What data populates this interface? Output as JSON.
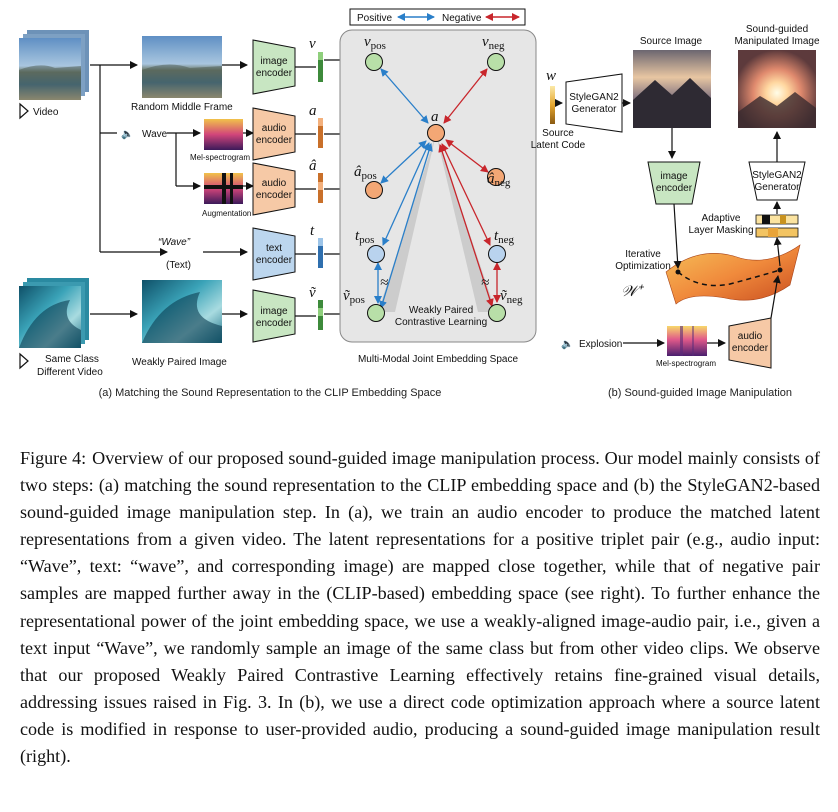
{
  "figure": {
    "legend": {
      "positive": "Positive",
      "negative": "Negative"
    },
    "part_a": {
      "video_label": "Video",
      "random_frame_label": "Random Middle Frame",
      "wave_label": "Wave",
      "mel_label": "Mel-spectrogram",
      "augmentation_label": "Augmentation",
      "text_quote": "“Wave”",
      "text_label": "(Text)",
      "same_class_line1": "Same Class",
      "same_class_line2": "Different Video",
      "weakly_paired_image_label": "Weakly Paired Image",
      "encoders": {
        "image_top": [
          "image",
          "encoder"
        ],
        "audio_top": [
          "audio",
          "encoder"
        ],
        "audio_aug": [
          "audio",
          "encoder"
        ],
        "text": [
          "text",
          "encoder"
        ],
        "image_bottom": [
          "image",
          "encoder"
        ]
      },
      "vec_symbols": {
        "v": "v",
        "a": "a",
        "a_hat": "â",
        "t": "t",
        "v_tilde": "ṽ"
      },
      "nodes": {
        "v_pos": {
          "sym": "v",
          "sub": "pos"
        },
        "v_neg": {
          "sym": "v",
          "sub": "neg"
        },
        "a": {
          "sym": "a",
          "sub": ""
        },
        "a_hat_pos": {
          "sym": "â",
          "sub": "pos"
        },
        "a_hat_neg": {
          "sym": "â",
          "sub": "neg"
        },
        "t_pos": {
          "sym": "t",
          "sub": "pos"
        },
        "t_neg": {
          "sym": "t",
          "sub": "neg"
        },
        "v_tilde_pos": {
          "sym": "ṽ",
          "sub": "pos"
        },
        "v_tilde_neg": {
          "sym": "ṽ",
          "sub": "neg"
        }
      },
      "approx": "≈",
      "wpcl_line1": "Weakly Paired",
      "wpcl_line2": "Contrastive Learning",
      "space_label": "Multi-Modal Joint Embedding Space",
      "caption": "(a) Matching the Sound Representation to the CLIP Embedding Space"
    },
    "part_b": {
      "source_image_label": "Source Image",
      "manip_line1": "Sound-guided",
      "manip_line2": "Manipulated Image",
      "w_symbol": "w",
      "source_latent_line1": "Source",
      "source_latent_line2": "Latent Code",
      "stylegan_top": [
        "StyleGAN2",
        "Generator"
      ],
      "stylegan_right": [
        "StyleGAN2",
        "Generator"
      ],
      "image_encoder": [
        "image",
        "encoder"
      ],
      "adaptive_line1": "Adaptive",
      "adaptive_line2": "Layer Masking",
      "iterative_line1": "Iterative",
      "iterative_line2": "Optimization",
      "w_plus": "𝒲⁺",
      "explosion_label": "Explosion",
      "mel_label": "Mel-spectrogram",
      "audio_encoder": [
        "audio",
        "encoder"
      ],
      "caption": "(b) Sound-guided Image Manipulation"
    },
    "colors": {
      "positive": "#2a7fc9",
      "negative": "#c8262c",
      "image_encoder": "#c8e6c2",
      "audio_encoder": "#f6c9a6",
      "text_encoder": "#bcd6ee",
      "node_green": "#b8dfa8",
      "node_orange": "#f3a775",
      "node_blue": "#b9d3ee",
      "panel": "#e6e6e6"
    }
  },
  "caption": {
    "label": "Figure 4:",
    "text": "Overview of our proposed sound-guided image manipulation process. Our model mainly consists of two steps: (a) matching the sound representation to the CLIP embedding space and (b) the StyleGAN2-based sound-guided image manipulation step. In (a), we train an audio encoder to produce the matched latent representations from a given video. The latent representations for a positive triplet pair (e.g., audio input: “Wave”, text: “wave”, and corresponding image) are mapped close together, while that of negative pair samples are mapped further away in the (CLIP-based) embedding space (see right). To further enhance the representational power of the joint embedding space, we use a weakly-aligned image-audio pair, i.e., given a text input “Wave”, we randomly sample an image of the same class but from other video clips. We observe that our proposed Weakly Paired Contrastive Learning effectively retains fine-grained visual details, addressing issues raised in Fig. 3. In (b), we use a direct code optimization approach where a source latent code is modified in response to user-provided audio, producing a sound-guided image manipulation result (right)."
  }
}
